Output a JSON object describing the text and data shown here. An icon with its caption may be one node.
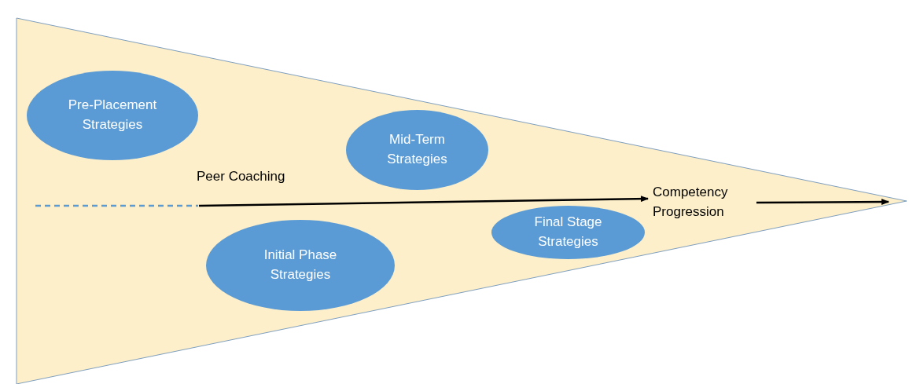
{
  "diagram": {
    "nodes": [
      {
        "text": [
          "Pre-Placement Strategies"
        ]
      },
      {
        "text": [
          "Mid-Term Strategies"
        ]
      },
      {
        "text": [
          "Initial Phase Strategies"
        ]
      },
      {
        "text": [
          "Final Stage Strategies"
        ]
      },
      {
        "text": [
          "Competency Progression"
        ]
      }
    ],
    "edges": [
      {
        "from": null,
        "to": 4,
        "arrow": "to",
        "label": "Peer Coaching"
      },
      {
        "from": 4,
        "to": null,
        "arrow": "to"
      }
    ]
  }
}
